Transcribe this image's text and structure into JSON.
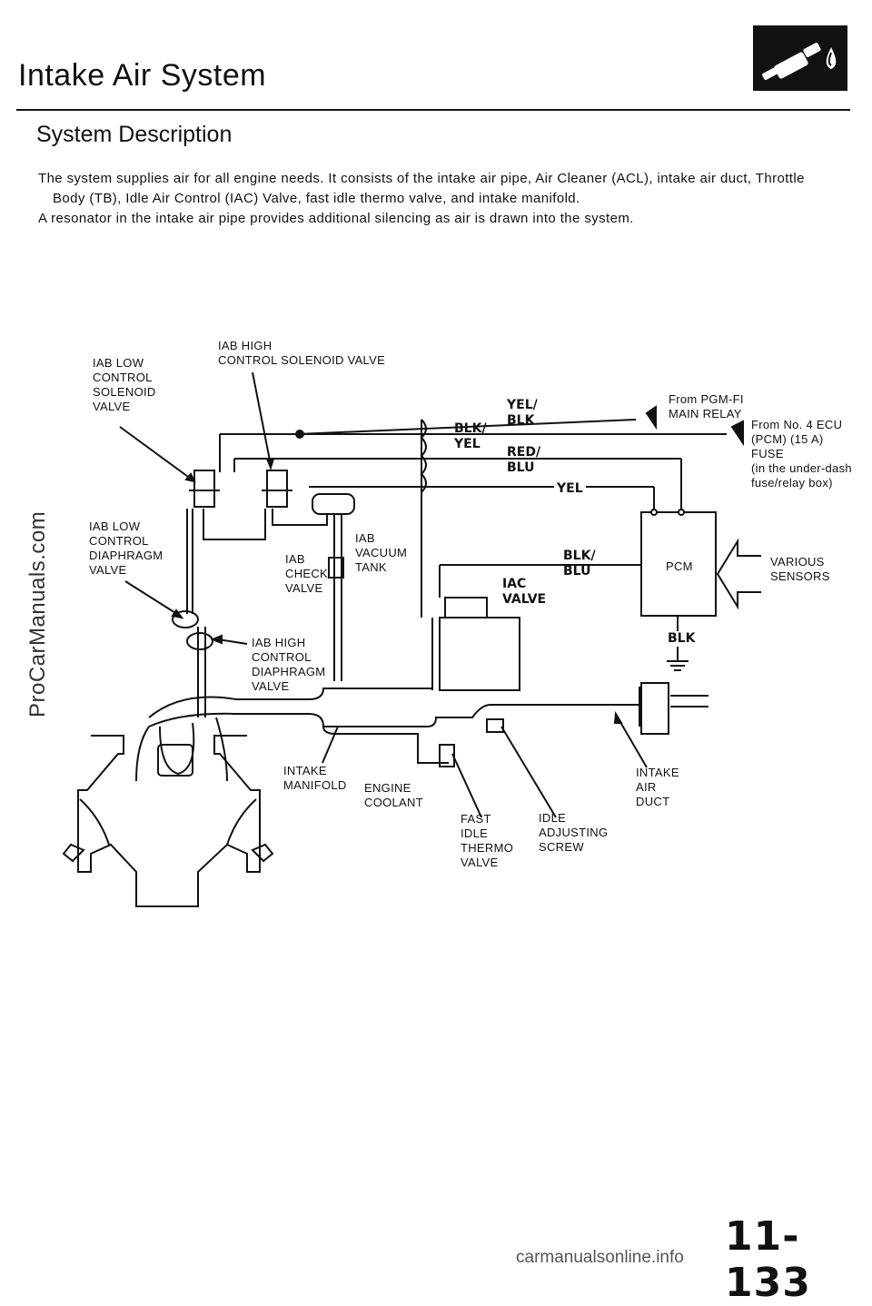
{
  "header": {
    "title": "Intake Air System",
    "logo_icon": "fuel-nozzle-icon"
  },
  "section": {
    "title": "System Description",
    "paragraph_1a": "The system supplies air for all engine needs. It consists of the intake air pipe, Air Cleaner (ACL), intake air duct, Throttle",
    "paragraph_1b": "Body (TB), Idle Air Control (IAC) Valve, fast idle thermo valve, and intake manifold.",
    "paragraph_2": "A resonator in the intake air pipe provides additional silencing as air is drawn into the system."
  },
  "diagram": {
    "labels": {
      "iab_low_control_solenoid_valve": "IAB LOW\nCONTROL\nSOLENOID\nVALVE",
      "iab_high_control_solenoid_valve": "IAB HIGH\nCONTROL SOLENOID VALVE",
      "iab_low_control_diaphragm_valve": "IAB LOW\nCONTROL\nDIAPHRAGM\nVALVE",
      "iab_check_valve": "IAB\nCHECK\nVALVE",
      "iab_vacuum_tank": "IAB\nVACUUM\nTANK",
      "iab_high_control_diaphragm_valve": "IAB HIGH\nCONTROL\nDIAPHRAGM\nVALVE",
      "from_pgm_fi_main_relay": "From PGM-FI\nMAIN RELAY",
      "from_no4_ecu_fuse": "From No. 4 ECU\n(PCM) (15 A)\nFUSE\n(in the under-dash\nfuse/relay box)",
      "pcm": "PCM",
      "various_sensors": "VARIOUS\nSENSORS",
      "iac_valve": "IAC\nVALVE",
      "intake_manifold": "INTAKE\nMANIFOLD",
      "engine_coolant": "ENGINE\nCOOLANT",
      "fast_idle_thermo_valve": "FAST\nIDLE\nTHERMO\nVALVE",
      "idle_adjusting_screw": "IDLE\nADJUSTING\nSCREW",
      "intake_air_duct": "INTAKE\nAIR\nDUCT"
    },
    "wires": {
      "yel_blk": "YEL/\nBLK",
      "blk_yel": "BLK/\nYEL",
      "red_blu": "RED/\nBLU",
      "yel": "YEL",
      "blk_blu": "BLK/\nBLU",
      "blk": "BLK"
    }
  },
  "footer": {
    "page_number": "11-133",
    "side_watermark": "ProCarManuals.com",
    "bottom_watermark": "carmanualsonline.info"
  }
}
